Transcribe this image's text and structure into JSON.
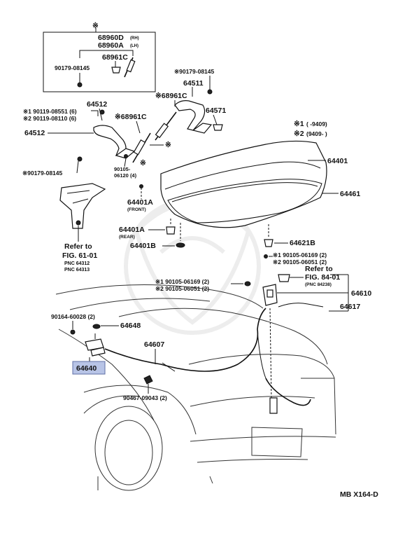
{
  "diagram": {
    "legend": {
      "mark1": "※1",
      "range1": "(        -9409)",
      "mark2": "※2",
      "range2": "(9409-        )"
    },
    "labels": {
      "box_mark": "※",
      "p68960D": "68960D",
      "p68960D_side": "(RH)",
      "p68960A": "68960A",
      "p68960A_side": "(LH)",
      "p68961C_box": "68961C",
      "p90179_box": "90179-08145",
      "p90179_top": "※90179-08145",
      "p64511": "64511",
      "p68961C_right": "※68961C",
      "p64571": "64571",
      "p64512_top": "64512",
      "p90119_1": "※1 90119-08551 (6)",
      "p90119_2": "※2 90119-08110 (6)",
      "p68961C_mid": "※68961C",
      "p64512_left": "64512",
      "star_a": "※",
      "star_b": "※",
      "p90179_left": "※90179-08145",
      "p90105_a": "90105-",
      "p90105_b": "06120 (4)",
      "p64401": "64401",
      "p64461": "64461",
      "p64401A_front": "64401A",
      "front_note": "(FRONT)",
      "p64401A_rear": "64401A",
      "rear_note": "(REAR)",
      "p64401B": "64401B",
      "p64621B": "64621B",
      "p90105_r1": "※1 90105-06169 (2)",
      "p90105_r2": "※2 90105-06051 (2)",
      "refer_right_1": "Refer to",
      "refer_right_2": "FIG. 84-01",
      "refer_right_3": "(PNC 84238)",
      "p64610": "64610",
      "p90105_c1": "※1 90105-06169 (2)",
      "p90105_c2": "※2 90105-06051 (2)",
      "p64617": "64617",
      "refer_left_1": "Refer to",
      "refer_left_2": "FIG. 61-01",
      "refer_left_3": "PNC 64312",
      "refer_left_4": "PNC 64313",
      "p90164": "90164-60028 (2)",
      "p64648": "64648",
      "p64607": "64607",
      "p64640": "64640",
      "p90467": "90467-09043 (2)",
      "footer": "MB  X164-D"
    },
    "highlight_color": "#b8c4e6"
  }
}
